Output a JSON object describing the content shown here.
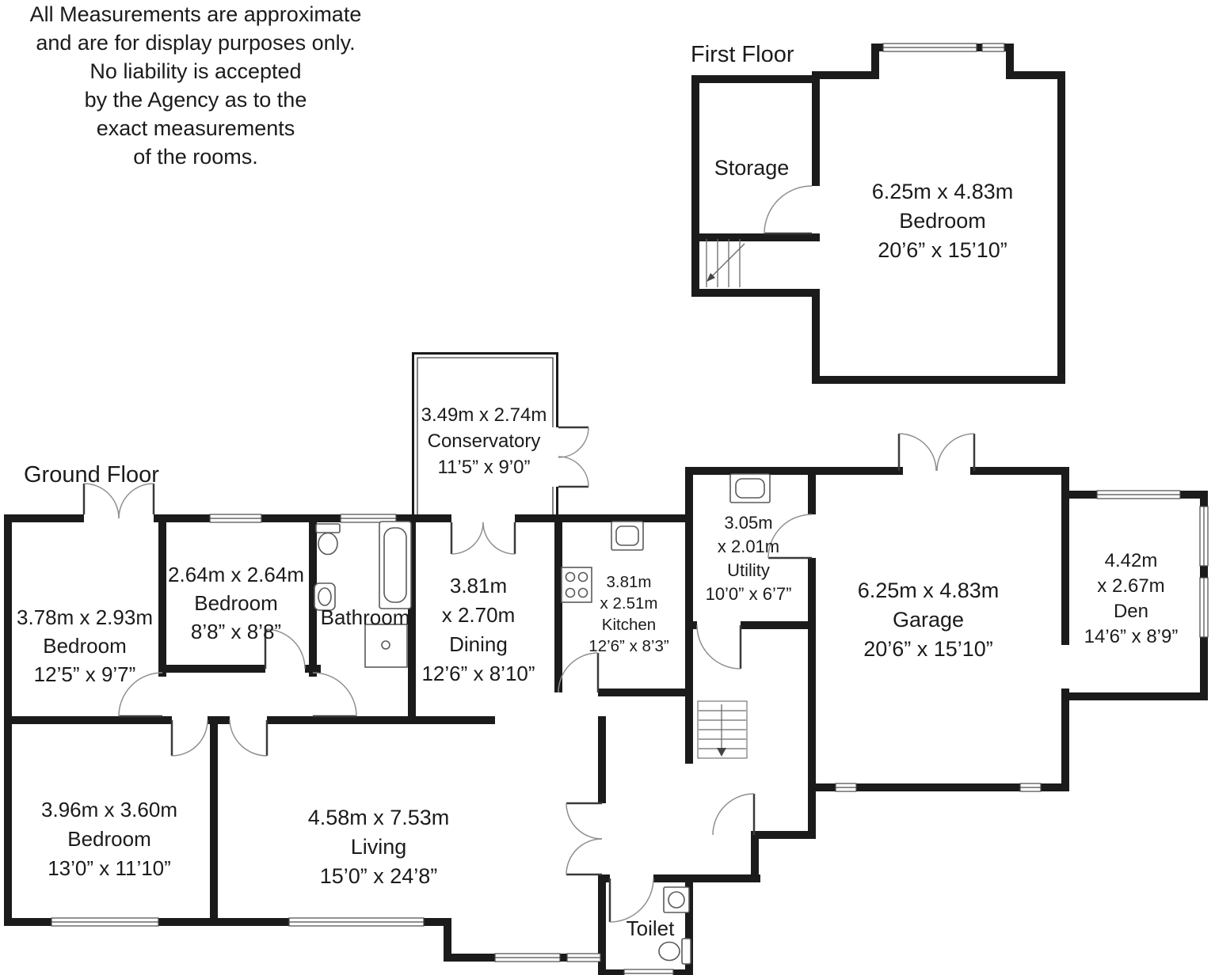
{
  "disclaimer": {
    "lines": [
      "All Measurements are approximate",
      "and are for display purposes only.",
      "No liability is accepted",
      "by the Agency as to the",
      "exact measurements",
      "of the rooms."
    ]
  },
  "floor_labels": {
    "first": "First Floor",
    "ground": "Ground Floor"
  },
  "rooms": {
    "ff_bedroom": {
      "dim_m": "6.25m x 4.83m",
      "name": "Bedroom",
      "dim_ft": "20’6” x 15’10”"
    },
    "storage": {
      "name": "Storage"
    },
    "conservatory": {
      "dim_m": "3.49m x 2.74m",
      "name": "Conservatory",
      "dim_ft": "11’5” x 9’0”"
    },
    "bedroom_front": {
      "dim_m": "3.78m x 2.93m",
      "name": "Bedroom",
      "dim_ft": "12’5” x 9’7”"
    },
    "bedroom_middle": {
      "dim_m": "2.64m x 2.64m",
      "name": "Bedroom",
      "dim_ft": "8’8” x 8’8”"
    },
    "bathroom": {
      "name": "Bathroom"
    },
    "dining": {
      "dim_m_1": "3.81m",
      "dim_m_2": "x 2.70m",
      "name": "Dining",
      "dim_ft": "12’6” x 8’10”"
    },
    "kitchen": {
      "dim_m_1": "3.81m",
      "dim_m_2": "x 2.51m",
      "name": "Kitchen",
      "dim_ft": "12’6” x 8’3”"
    },
    "utility": {
      "dim_m_1": "3.05m",
      "dim_m_2": "x 2.01m",
      "name": "Utility",
      "dim_ft": "10’0” x 6’7”"
    },
    "garage": {
      "dim_m": "6.25m x 4.83m",
      "name": "Garage",
      "dim_ft": "20’6” x 15’10”"
    },
    "den": {
      "dim_m_1": "4.42m",
      "dim_m_2": "x 2.67m",
      "name": "Den",
      "dim_ft": "14’6” x 8’9”"
    },
    "bedroom_rear": {
      "dim_m": "3.96m x 3.60m",
      "name": "Bedroom",
      "dim_ft": "13’0” x 11’10”"
    },
    "living": {
      "dim_m": "4.58m x 7.53m",
      "name": "Living",
      "dim_ft": "15’0” x 24’8”"
    },
    "toilet": {
      "name": "Toilet"
    }
  }
}
